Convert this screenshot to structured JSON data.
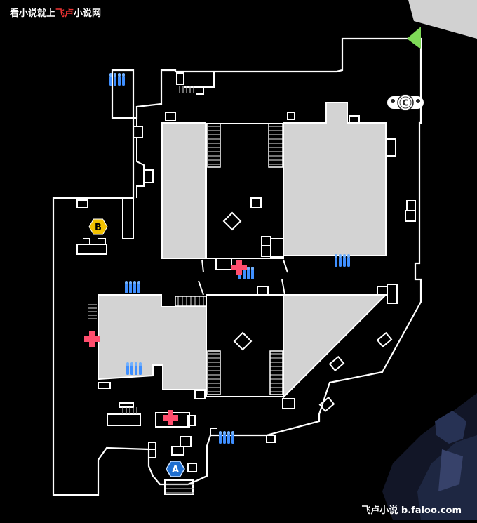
{
  "watermark_top": {
    "prefix": "看小说就上",
    "brand": "飞卢",
    "suffix": "小说网"
  },
  "watermark_bottom": "飞卢小说 b.faloo.com",
  "markers": {
    "a": "A",
    "b": "B",
    "c": "C"
  },
  "colors": {
    "background": "#000000",
    "wall": "#ffffff",
    "building": "#d3d3d3",
    "ammo": "#3f8fff",
    "medkit": "#ff4d6d",
    "bombsite_b": "#f2c200",
    "spawn_flag": "#7ed957",
    "objective_a": "#1f6fd1"
  },
  "icons": {
    "ammo": "ammo-icon",
    "medkit": "medkit-icon",
    "site_b": "hexagon-b-icon",
    "site_a": "hexagon-a-icon",
    "capture_c": "capture-point-c-icon",
    "flag": "spawn-flag-icon"
  }
}
